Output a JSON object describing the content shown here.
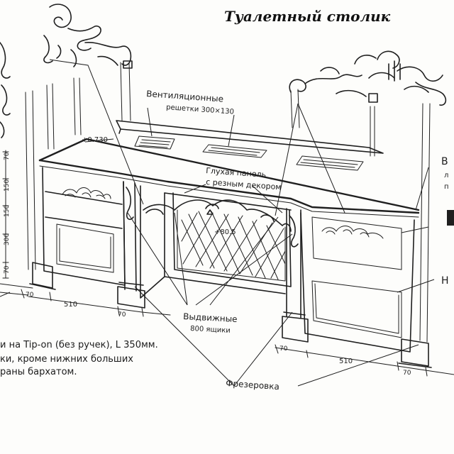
{
  "title": "Туалетный столик",
  "labels": {
    "vents_line1": "Вентиляционные",
    "vents_line2": "решетки 300×130",
    "height_mark": "+0.730",
    "panel_line1": "Глухая панель",
    "panel_line2": "с резным декором",
    "lattice_dim": "+80.5",
    "drawers_line1": "Выдвижные",
    "drawers_line2": "800 ящики",
    "milling": "Фрезеровка"
  },
  "dimensions": {
    "left_base_70": "70",
    "left_width_510": "510",
    "center_70": "70",
    "right_inner_70": "70",
    "right_width_510": "510",
    "right_base_70": "70",
    "vert_top": "70",
    "vert_150_a": "150",
    "vert_150_b": "150",
    "vert_300": "300",
    "vert_70": "70"
  },
  "notes": {
    "line1": "и на Tip-on (без ручек), L 350мм.",
    "line2": "ки, кроме нижних больших",
    "line3": "раны бархатом."
  },
  "edge_labels": {
    "right_top": "В",
    "right_mid1": "л",
    "right_mid2": "п",
    "right_bottom": "Н"
  }
}
